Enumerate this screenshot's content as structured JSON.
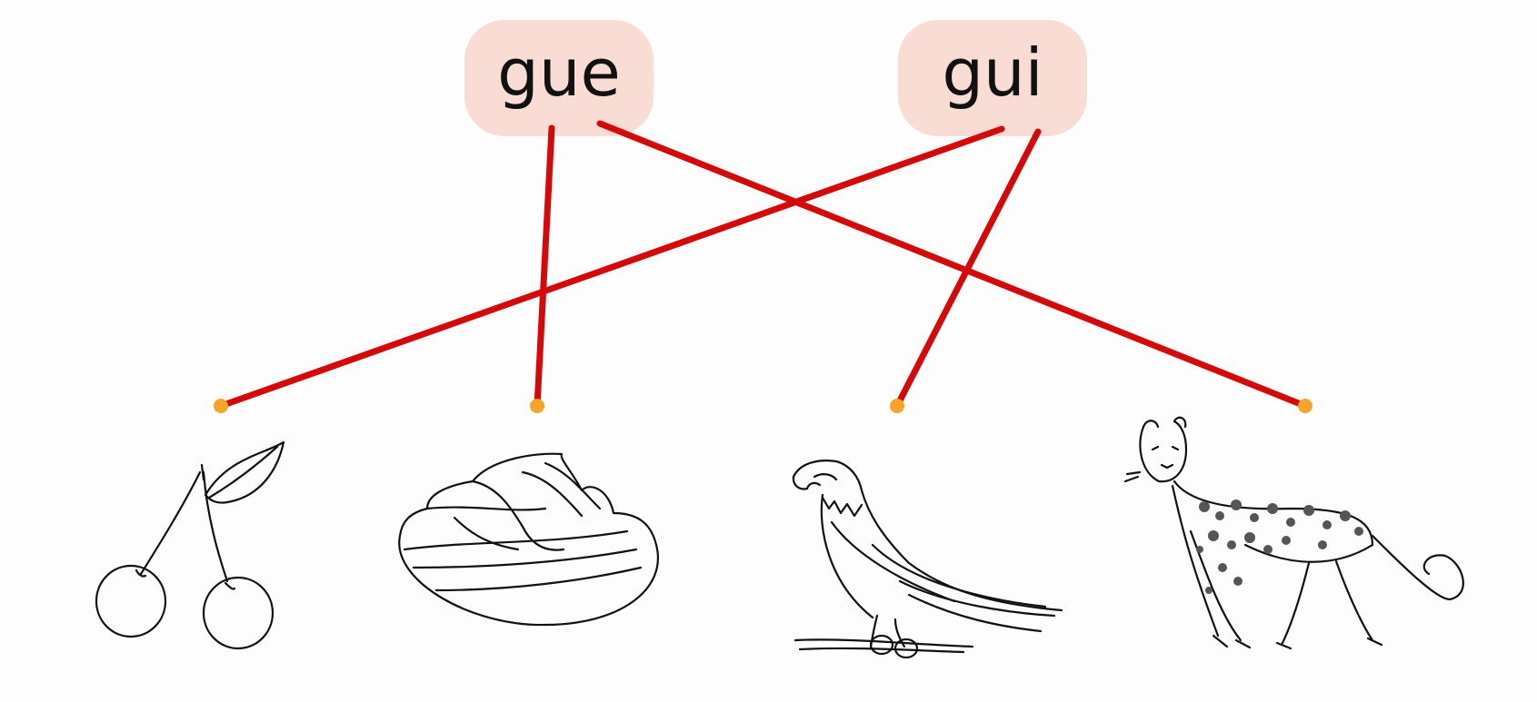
{
  "syllables": [
    {
      "id": "gue",
      "text": "gue"
    },
    {
      "id": "gui",
      "text": "gui"
    }
  ],
  "pictures": [
    {
      "id": "cherries",
      "icon": "cherries-icon"
    },
    {
      "id": "meringue",
      "icon": "meringue-icon"
    },
    {
      "id": "eagle",
      "icon": "eagle-icon"
    },
    {
      "id": "cheetah",
      "icon": "cheetah-icon"
    }
  ],
  "connections": [
    {
      "from": "gue",
      "to": "meringue"
    },
    {
      "from": "gue",
      "to": "cheetah"
    },
    {
      "from": "gui",
      "to": "cherries"
    },
    {
      "from": "gui",
      "to": "eagle"
    }
  ],
  "colors": {
    "line": "#d40a0a",
    "dot": "#f5a52a",
    "box": "#f9dcd3",
    "background": "#fdfdfd"
  }
}
